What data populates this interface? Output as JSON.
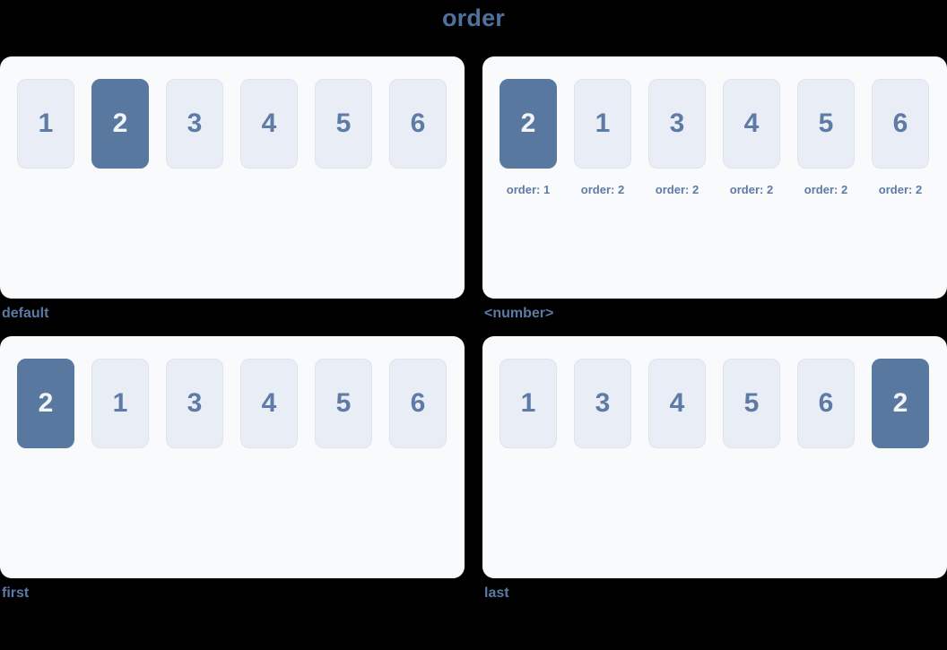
{
  "page": {
    "title": "order",
    "background_color": "#000000"
  },
  "colors": {
    "accent_title": "#4f719d",
    "caption_text": "#5b7aa6",
    "panel_background": "#f8fafc",
    "box_background": "#e9edf5",
    "box_border": "#dde3ef",
    "box_text": "#5d7ba6",
    "highlight_background": "#59789f",
    "highlight_text": "#f1f5f9"
  },
  "panels": [
    {
      "caption": "default",
      "items": [
        {
          "value": "1",
          "highlight": false
        },
        {
          "value": "2",
          "highlight": true
        },
        {
          "value": "3",
          "highlight": false
        },
        {
          "value": "4",
          "highlight": false
        },
        {
          "value": "5",
          "highlight": false
        },
        {
          "value": "6",
          "highlight": false
        }
      ]
    },
    {
      "caption": "<number>",
      "items": [
        {
          "value": "2",
          "highlight": true,
          "order_label": "order: 1"
        },
        {
          "value": "1",
          "highlight": false,
          "order_label": "order: 2"
        },
        {
          "value": "3",
          "highlight": false,
          "order_label": "order: 2"
        },
        {
          "value": "4",
          "highlight": false,
          "order_label": "order: 2"
        },
        {
          "value": "5",
          "highlight": false,
          "order_label": "order: 2"
        },
        {
          "value": "6",
          "highlight": false,
          "order_label": "order: 2"
        }
      ]
    },
    {
      "caption": "first",
      "items": [
        {
          "value": "2",
          "highlight": true
        },
        {
          "value": "1",
          "highlight": false
        },
        {
          "value": "3",
          "highlight": false
        },
        {
          "value": "4",
          "highlight": false
        },
        {
          "value": "5",
          "highlight": false
        },
        {
          "value": "6",
          "highlight": false
        }
      ]
    },
    {
      "caption": "last",
      "items": [
        {
          "value": "1",
          "highlight": false
        },
        {
          "value": "3",
          "highlight": false
        },
        {
          "value": "4",
          "highlight": false
        },
        {
          "value": "5",
          "highlight": false
        },
        {
          "value": "6",
          "highlight": false
        },
        {
          "value": "2",
          "highlight": true
        }
      ]
    }
  ]
}
